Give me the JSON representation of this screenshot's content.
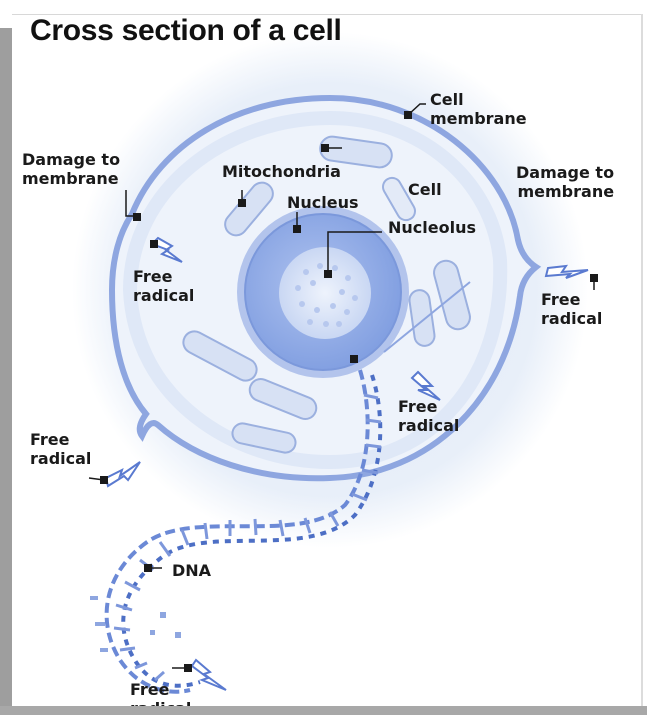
{
  "title": "Cross section of a cell",
  "labels": {
    "cell_membrane": "Cell\nmembrane",
    "damage_left": "Damage to\nmembrane",
    "damage_right": "Damage to\nmembrane",
    "mitochondria": "Mitochondria",
    "cell": "Cell",
    "nucleus": "Nucleus",
    "nucleolus": "Nucleolus",
    "free_radical_1": "Free\nradical",
    "free_radical_2": "Free\nradical",
    "free_radical_3": "Free\nradical",
    "free_radical_4": "Free\nradical",
    "free_radical_5": "Free\nradical",
    "dna": "DNA"
  },
  "colors": {
    "membrane": "#8ea6e0",
    "cytoplasm": "#eef3fb",
    "halo": "#e6eef8",
    "nucleus_ring": "#b3c4ec",
    "nucleus": "#93aee8",
    "nucleolus": "#e1e9f8",
    "organelle": "#d7e1f4",
    "organelle_edge": "#9bb0df",
    "dna": "#4d6fc5",
    "marker": "#1a1a1a",
    "bolt": "#5a7ad0"
  }
}
